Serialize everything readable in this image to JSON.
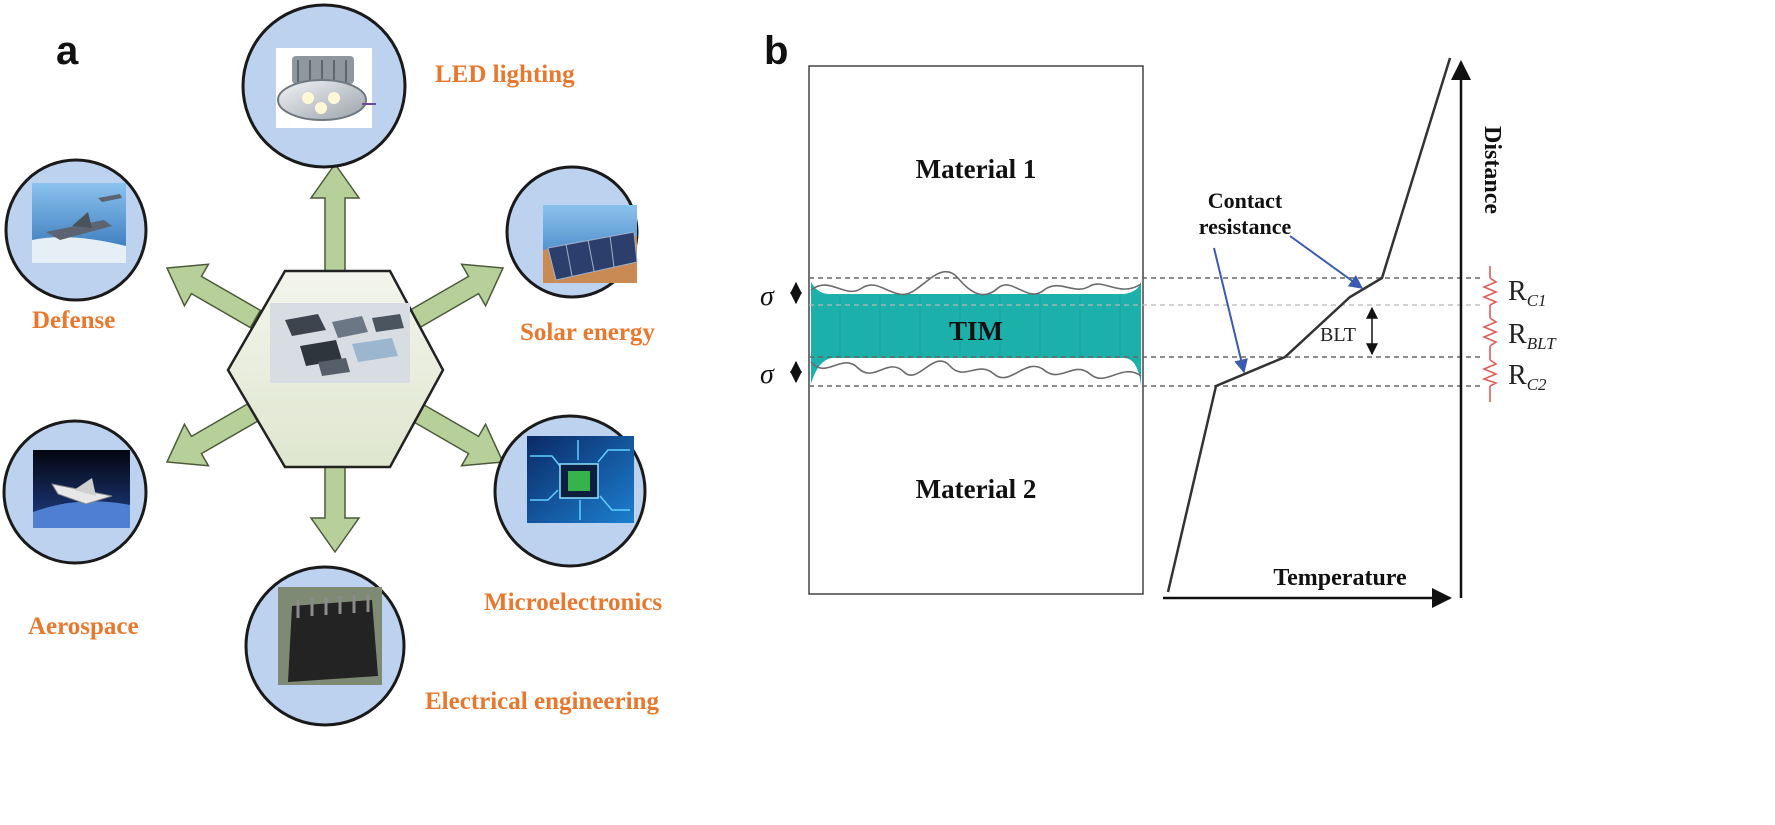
{
  "panel_a": {
    "letter": "a",
    "label_color": "#e8782e",
    "circle_fill": "#bcd2ef",
    "arrow_fill": "#b7d09a",
    "hub_fill": "#e9eedd",
    "hub_icon": "electronic-components-photo",
    "applications": [
      {
        "id": "led-lighting",
        "label": "LED lighting",
        "icon": "led-downlight-photo"
      },
      {
        "id": "solar-energy",
        "label": "Solar energy",
        "icon": "solar-panel-photo"
      },
      {
        "id": "microelectronics",
        "label": "Microelectronics",
        "icon": "circuit-chip-photo"
      },
      {
        "id": "electrical-engineering",
        "label": "Electrical engineering",
        "icon": "battery-pack-photo"
      },
      {
        "id": "aerospace",
        "label": "Aerospace",
        "icon": "space-shuttle-photo"
      },
      {
        "id": "defense",
        "label": "Defense",
        "icon": "fighter-jet-photo"
      }
    ]
  },
  "panel_b": {
    "letter": "b",
    "material_top": "Material 1",
    "material_bottom": "Material 2",
    "tim_label": "TIM",
    "tim_color": "#1bb1aa",
    "sigma_symbol": "σ",
    "callout": [
      "Contact",
      "resistance"
    ],
    "callout_arrow_color": "#3a5bb0",
    "blt_label": "BLT",
    "resistor_color": "#e05d5d",
    "resistances": [
      {
        "id": "rc1",
        "base": "R",
        "sub": "C1"
      },
      {
        "id": "rblt",
        "base": "R",
        "sub": "BLT"
      },
      {
        "id": "rc2",
        "base": "R",
        "sub": "C2"
      }
    ],
    "x_axis_label": "Temperature",
    "y_axis_label": "Distance"
  }
}
